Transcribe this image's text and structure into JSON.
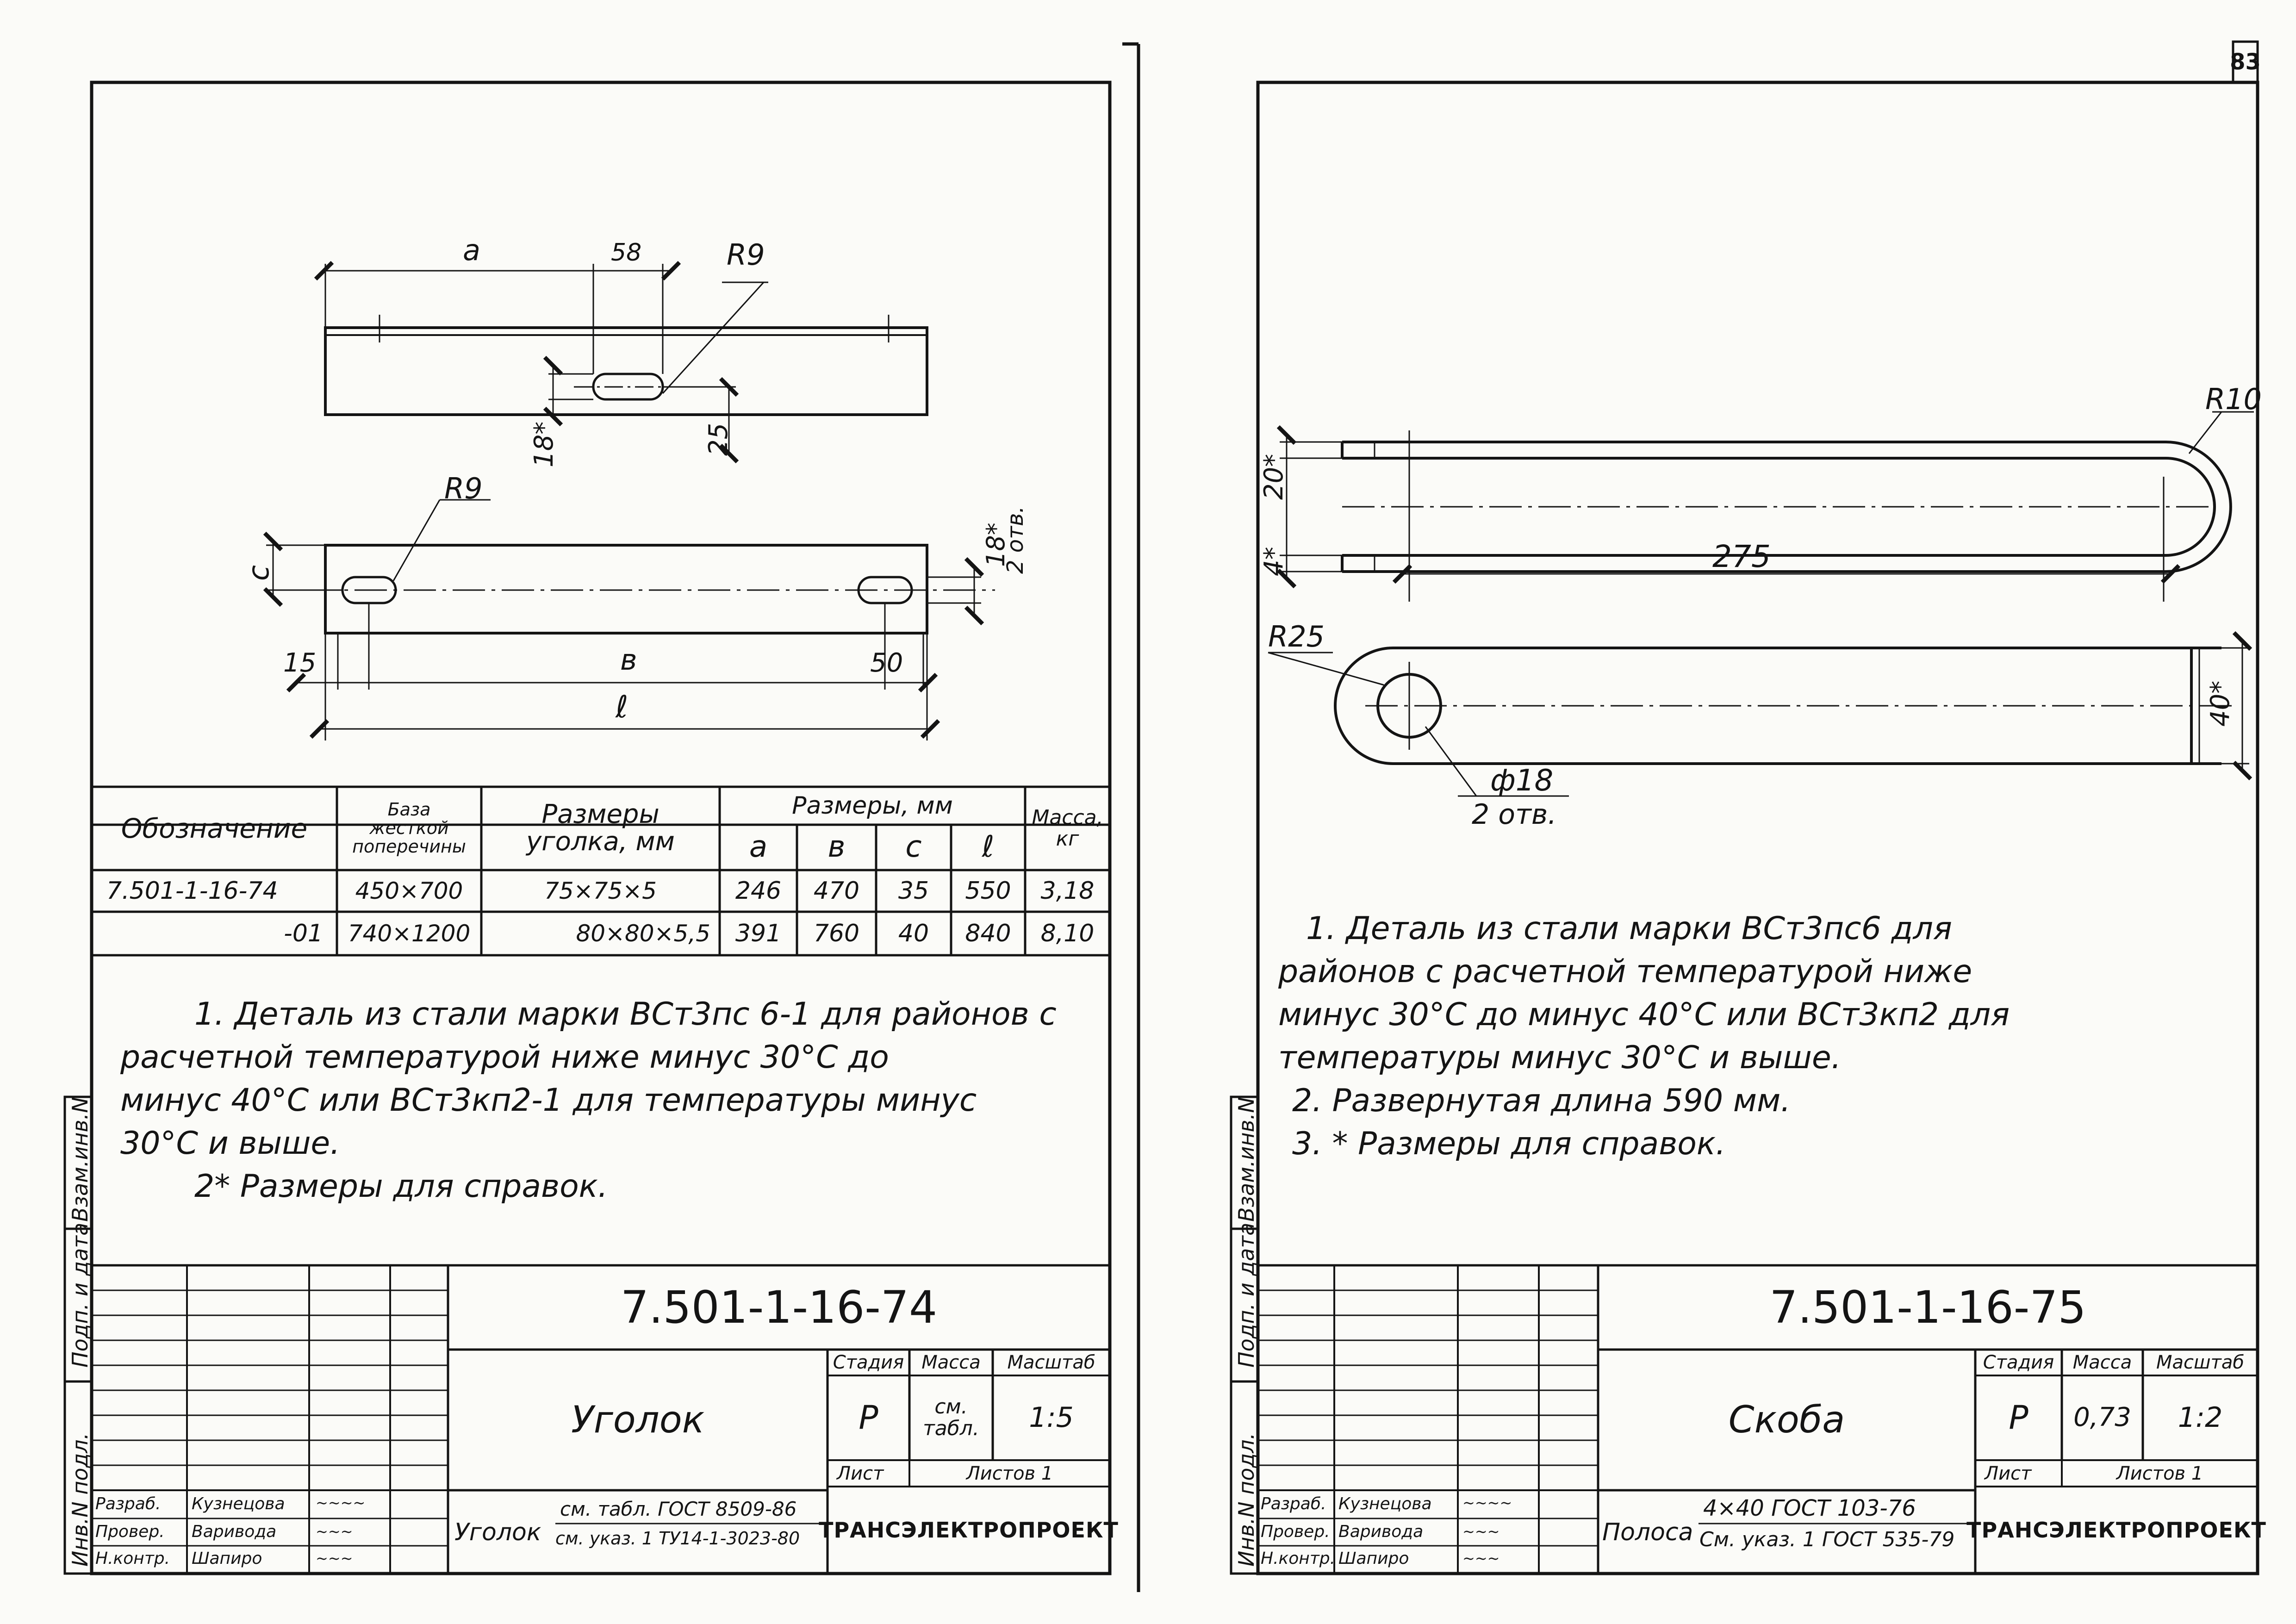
{
  "page_number": "83",
  "left_sheet": {
    "drawing": {
      "dim_a": "a",
      "dim_58": "58",
      "radius_top": "R9",
      "dim_18": "18*",
      "dim_25": "25",
      "radius_bottom": "R9",
      "dim_c": "c",
      "dim_18_holes": "18*",
      "holes_note": "2 отв.",
      "dim_15": "15",
      "dim_b": "в",
      "dim_50": "50",
      "dim_l": "ℓ"
    },
    "table": {
      "headers": {
        "designation": "Обозначение",
        "base": [
          "База",
          "жесткой",
          "поперечины"
        ],
        "angle_size": [
          "Размеры",
          "уголка, мм"
        ],
        "sizes_group": "Размеры,   мм",
        "col_a": "a",
        "col_b": "в",
        "col_c": "с",
        "col_l": "ℓ",
        "mass": [
          "Масса,",
          "кг"
        ]
      },
      "rows": [
        {
          "designation": "7.501-1-16-74",
          "base": "450×700",
          "angle": "75×75×5",
          "a": "246",
          "b": "470",
          "c": "35",
          "l": "550",
          "mass": "3,18"
        },
        {
          "designation": "-01",
          "base": "740×1200",
          "angle": "80×80×5,5",
          "a": "391",
          "b": "760",
          "c": "40",
          "l": "840",
          "mass": "8,10"
        }
      ]
    },
    "notes": [
      "1. Деталь из стали марки ВСт3пс 6-1 для районов с",
      "расчетной температурой ниже минус 30°С до",
      "минус 40°С  или ВСт3кп2-1 для температуры минус",
      "30°С и выше.",
      "2* Размеры для справок."
    ],
    "side_labels": {
      "ref": "Взам.инв.N",
      "sign_date": "Подп. и дата",
      "inv": "Инв.N подл."
    },
    "stamp": {
      "doc_code": "7.501-1-16-74",
      "title": "Уголок",
      "stage_label": "Стадия",
      "mass_label": "Масса",
      "scale_label": "Масштаб",
      "stage": "Р",
      "mass": "см. табл.",
      "scale": "1:5",
      "sheet_label": "Лист",
      "sheets_label": "Листов 1",
      "material_name": "Уголок",
      "material_top": "см. табл. ГОСТ 8509-86",
      "material_bottom": "см. указ. 1 ТУ14-1-3023-80",
      "org": "ТРАНСЭЛЕКТРОПРОЕКТ",
      "roles": [
        {
          "role": "Разраб.",
          "name": "Кузнецова"
        },
        {
          "role": "Провер.",
          "name": "Варивода"
        },
        {
          "role": "Н.контр.",
          "name": "Шапиро"
        }
      ]
    }
  },
  "right_sheet": {
    "drawing": {
      "radius_end": "R10",
      "dim_20": "20*",
      "dim_4": "4*",
      "dim_275": "275",
      "radius_r25": "R25",
      "dim_40": "40*",
      "hole_dia": "ф18",
      "hole_count": "2 отв."
    },
    "notes": [
      "1. Деталь из стали марки ВСт3пс6 для",
      "районов с расчетной температурой ниже",
      "минус 30°С  до  минус 40°С или ВСт3кп2 для",
      "температуры минус 30°С и выше.",
      "2. Развернутая длина       590 мм.",
      "3. * Размеры для справок."
    ],
    "side_labels": {
      "ref": "Взам.инв.N",
      "sign_date": "Подп. и дата",
      "inv": "Инв.N подл."
    },
    "stamp": {
      "doc_code": "7.501-1-16-75",
      "title": "Скоба",
      "stage_label": "Стадия",
      "mass_label": "Масса",
      "scale_label": "Масштаб",
      "stage": "Р",
      "mass": "0,73",
      "scale": "1:2",
      "sheet_label": "Лист",
      "sheets_label": "Листов 1",
      "material_name": "Полоса",
      "material_top": "4×40  ГОСТ 103-76",
      "material_bottom": "См. указ. 1 ГОСТ 535-79",
      "org": "ТРАНСЭЛЕКТРОПРОЕКТ",
      "roles": [
        {
          "role": "Разраб.",
          "name": "Кузнецова"
        },
        {
          "role": "Провер.",
          "name": "Варивода"
        },
        {
          "role": "Н.контр.",
          "name": "Шапиро"
        }
      ]
    }
  }
}
